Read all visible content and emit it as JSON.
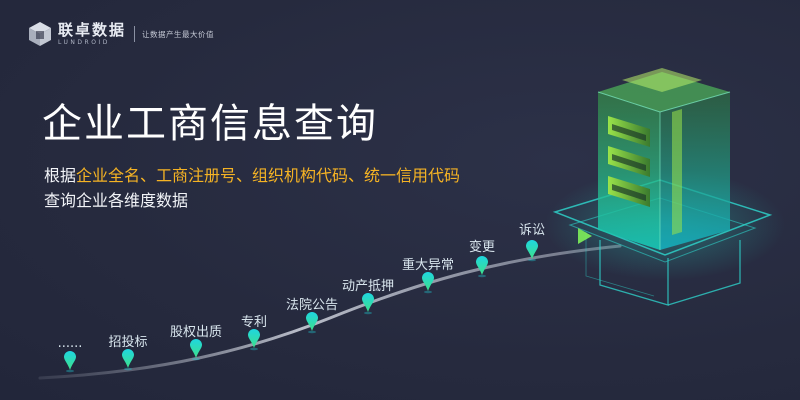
{
  "brand": {
    "name_cn": "联卓数据",
    "name_en": "LUNDROID",
    "slogan": "让数据产生最大价值"
  },
  "headline": {
    "title": "企业工商信息查询",
    "line1_prefix": "根据",
    "line1_highlight": "企业全名、工商注册号、组织机构代码、统一信用代码",
    "line2": "查询企业各维度数据"
  },
  "timeline": {
    "nodes": [
      {
        "label": "......"
      },
      {
        "label": "招投标"
      },
      {
        "label": "股权出质"
      },
      {
        "label": "专利"
      },
      {
        "label": "法院公告"
      },
      {
        "label": "动产抵押"
      },
      {
        "label": "重大异常"
      },
      {
        "label": "变更"
      },
      {
        "label": "诉讼"
      }
    ]
  },
  "colors": {
    "background": "#262a3e",
    "highlight": "#f5b324",
    "accent_green": "#3ee08a",
    "accent_cyan": "#1fd6e0"
  }
}
